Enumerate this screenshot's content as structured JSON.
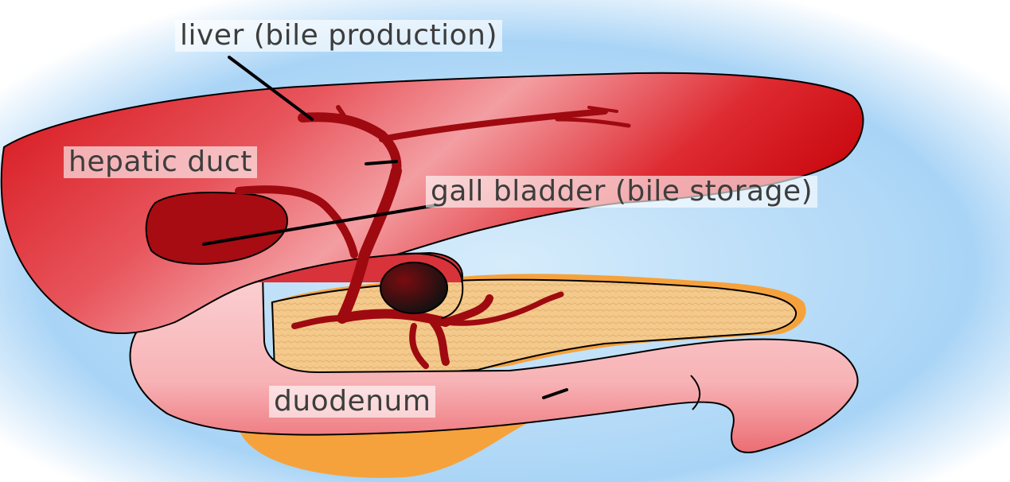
{
  "labels": {
    "liver": "liver (bile production)",
    "hepatic_duct": "hepatic duct",
    "gall_bladder": "gall bladder (bile storage)",
    "duodenum": "duodenum"
  },
  "colors": {
    "liver": "#d00a10",
    "liver_light": "#f4a3a6",
    "duct": "#9e0a10",
    "gall_bladder": "#a70c12",
    "pancreas": "#f6a23c",
    "pancreas_fill": "#f2c98a",
    "duodenum": "#f9b9bb",
    "background": "#b9dcf7"
  }
}
